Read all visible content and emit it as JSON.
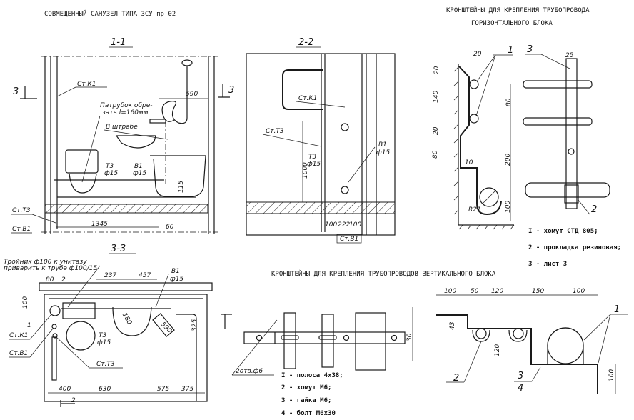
{
  "titles": {
    "main": "СОВМЕЩЕННЫЙ САНУЗЕЛ ТИПА ЗСУ пр 02",
    "horizontal_line1": "КРОНШТЕЙНЫ ДЛЯ КРЕПЛЕНИЯ ТРУБОПРОВОДА",
    "horizontal_line2": "ГОРИЗОНТАЛЬНОГО БЛОКА",
    "vertical": "КРОНШТЕЙНЫ ДЛЯ КРЕПЛЕНИЯ ТРУБОПРОВОДОВ ВЕРТИКАЛЬНОГО БЛОКА"
  },
  "section_1_1": {
    "label": "1-1",
    "cut_left": "3",
    "cut_right": "3",
    "riser_k1": "Ст.К1",
    "note_line1": "Патрубок обре-",
    "note_line2": "зать l=160мм",
    "in_groove": "В штрабе",
    "dim_590": "590",
    "t3": "Т3",
    "t3_dia": "ф15",
    "v1": "В1",
    "v1_dia": "ф15",
    "dim_115": "115",
    "riser_t3": "Ст.Т3",
    "riser_v1": "Ст.В1",
    "dim_1345": "1345",
    "dim_60": "60"
  },
  "section_2_2": {
    "label": "2-2",
    "riser_k1": "Ст.К1",
    "riser_t3": "Ст.Т3",
    "dim_1000": "1000",
    "t3": "Т3",
    "t3_dia": "ф15",
    "v1": "В1",
    "v1_dia": "ф15",
    "dim_100a": "100",
    "dim_222": "222",
    "dim_100b": "100",
    "riser_v1": "Ст.В1"
  },
  "section_3_3": {
    "label": "3-3",
    "note_line1": "Тройник ф100 к унитазу",
    "note_line2": "приварить к трубе ф100/15",
    "dim_80": "80",
    "cut_2_top": "2",
    "dim_237": "237",
    "dim_457": "457",
    "v1": "В1",
    "v1_dia": "ф15",
    "dim_100": "100",
    "cut_1": "1",
    "riser_k1": "Ст.К1",
    "riser_v1": "Ст.В1",
    "t3": "Т3",
    "t3_dia": "ф15",
    "dim_180": "180",
    "dim_590": "590",
    "dim_325": "325",
    "riser_t3": "Ст.Т3",
    "dim_400": "400",
    "dim_630": "630",
    "dim_575": "575",
    "dim_375": "375",
    "cut_2_bottom": "2"
  },
  "horizontal_bracket": {
    "dim_20_top": "20",
    "callout_1": "1",
    "callout_3": "3",
    "dim_25": "25",
    "dim_20a": "20",
    "dim_140": "140",
    "dim_80a": "80",
    "dim_20b": "20",
    "dim_80b": "80",
    "dim_10": "10",
    "dim_200": "200",
    "radius": "R21",
    "dim_100": "100",
    "callout_2": "2",
    "legend": [
      "I - хомут СТД 805;",
      "2 - прокладка резиновая;",
      "3 - лист 3"
    ]
  },
  "vertical_bracket": {
    "holes": "2отв.ф6",
    "dim_30": "30",
    "legend": [
      "I - полоса 4х38;",
      "2 - хомут М6;",
      "3 - гайка М6;",
      "4 - болт М6х30"
    ]
  },
  "vertical_bracket_side": {
    "dims_top": [
      "100",
      "50",
      "120",
      "150",
      "100"
    ],
    "callout_1": "1",
    "dim_43": "43",
    "dim_120": "120",
    "callout_2": "2",
    "callout_3": "3",
    "callout_4": "4",
    "dim_100": "100"
  }
}
